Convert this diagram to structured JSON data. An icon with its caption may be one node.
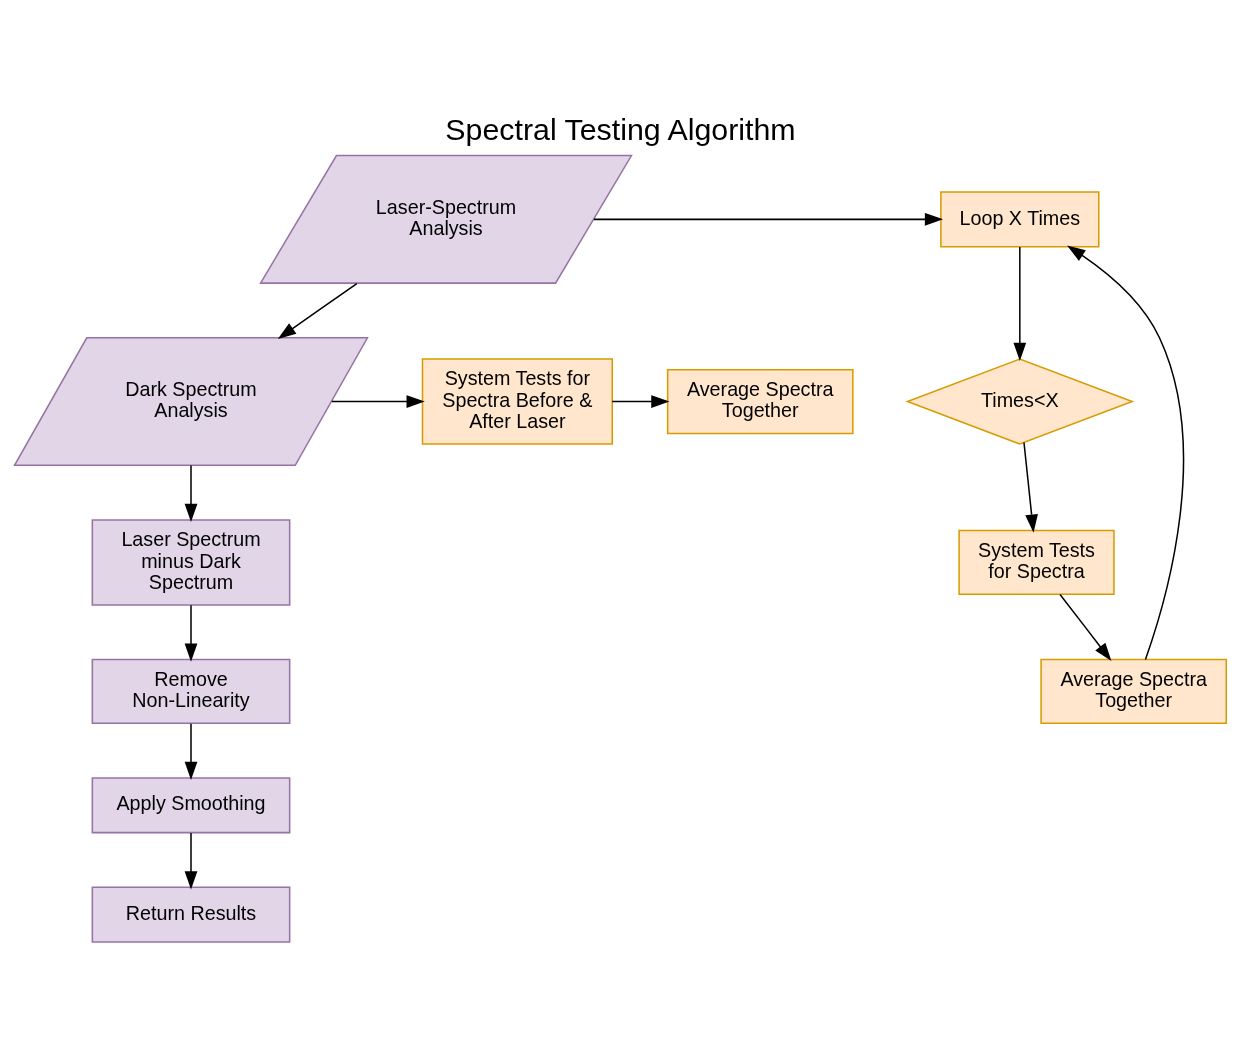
{
  "diagram": {
    "title": "Spectral Testing Algorithm",
    "nodes": [
      {
        "text": [
          "Laser-Spectrum Analysis"
        ]
      },
      {
        "text": [
          "Loop X Times"
        ]
      },
      {
        "text": [
          "Average Spectra Together"
        ]
      },
      {
        "text": [
          "Times<X"
        ]
      },
      {
        "text": [
          "System Tests for Spectra"
        ]
      },
      {
        "text": [
          "Dark Spectrum Analysis"
        ]
      },
      {
        "text": [
          "System Tests for Spectra Before & After Laser"
        ]
      },
      {
        "text": [
          "Average Spectra Together"
        ]
      },
      {
        "text": [
          "Laser Spectrum minus Dark Spectrum"
        ]
      },
      {
        "text": [
          "Remove Non-Linearity"
        ]
      },
      {
        "text": [
          "Apply Smoothing"
        ]
      },
      {
        "text": [
          "Return Results"
        ]
      }
    ],
    "edges": [
      {
        "from": 0,
        "to": 1,
        "arrow": "to"
      },
      {
        "from": 1,
        "to": 3,
        "arrow": "to"
      },
      {
        "from": 3,
        "to": 4,
        "arrow": "to"
      },
      {
        "from": 4,
        "to": 2,
        "arrow": "to"
      },
      {
        "from": 2,
        "to": 1,
        "arrow": "to"
      },
      {
        "from": 0,
        "to": 5,
        "arrow": "to"
      },
      {
        "from": 5,
        "to": 6,
        "arrow": "to"
      },
      {
        "from": 6,
        "to": 7,
        "arrow": "to"
      },
      {
        "from": 5,
        "to": 8,
        "arrow": "to"
      },
      {
        "from": 8,
        "to": 9,
        "arrow": "to"
      },
      {
        "from": 9,
        "to": 10,
        "arrow": "to"
      },
      {
        "from": 10,
        "to": 11,
        "arrow": "to"
      }
    ]
  }
}
